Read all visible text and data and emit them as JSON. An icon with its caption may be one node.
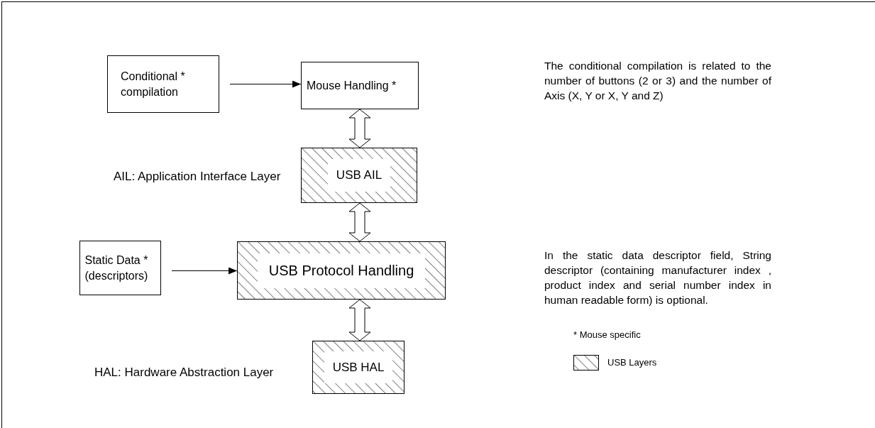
{
  "diagram": {
    "nodes": [
      {
        "text": [
          "Conditional * compilation"
        ]
      },
      {
        "text": [
          "Mouse Handling *"
        ]
      },
      {
        "text": [
          "USB AIL"
        ],
        "beside": [
          "AIL: Application Interface Layer"
        ]
      },
      {
        "text": [
          "Static Data * (descriptors)"
        ]
      },
      {
        "text": [
          "USB Protocol Handling"
        ]
      },
      {
        "text": [
          "USB HAL"
        ],
        "beside": [
          "HAL: Hardware Abstraction Layer"
        ]
      }
    ],
    "edges": [
      {
        "from": 0,
        "to": 1,
        "arrow": "to"
      },
      {
        "from": 1,
        "to": 2,
        "arrow": "both",
        "style": "thick"
      },
      {
        "from": 2,
        "to": 4,
        "arrow": "both",
        "style": "thick"
      },
      {
        "from": 3,
        "to": 4,
        "arrow": "to"
      },
      {
        "from": 4,
        "to": 5,
        "arrow": "both",
        "style": "thick"
      }
    ],
    "labels": [
      "The conditional compilation is related to the number of buttons (2 or 3) and the number of Axis (X, Y or X, Y and Z)",
      "In the static data descriptor field, String descriptor (containing manufacturer index , product index and serial number index in human readable form) is optional."
    ],
    "legend": [
      {
        "text": "* Mouse specific"
      },
      {
        "text": "USB Layers"
      }
    ]
  }
}
